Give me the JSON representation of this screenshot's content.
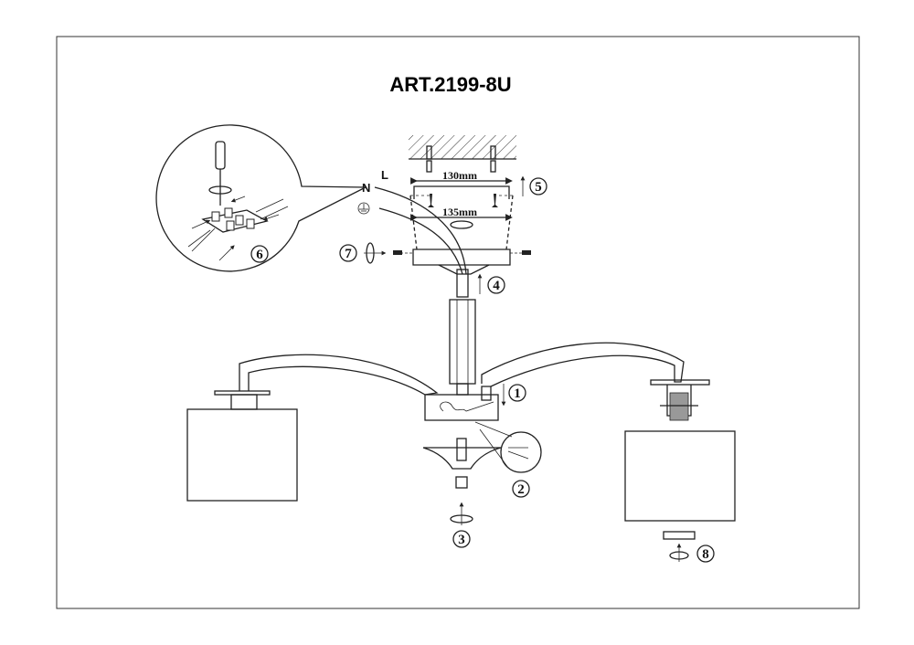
{
  "title": "ART.2199-8U",
  "dimensions": {
    "bracket_width": "130mm",
    "canopy_width": "135mm"
  },
  "wires": {
    "neutral": "N",
    "live": "L"
  },
  "steps": [
    "1",
    "2",
    "3",
    "4",
    "5",
    "6",
    "7",
    "8"
  ],
  "icons": [
    "ground-symbol-icon",
    "screwdriver-icon",
    "rotate-icon",
    "arrow-up-icon",
    "arrow-down-icon",
    "screw-icon"
  ]
}
